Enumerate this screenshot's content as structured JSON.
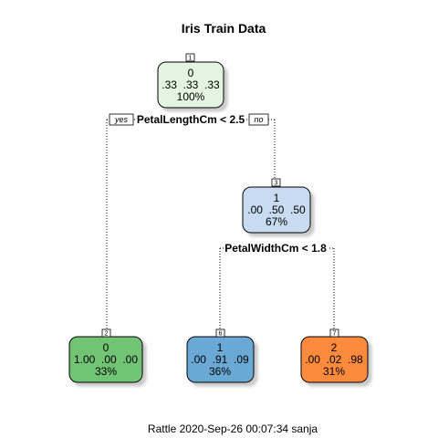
{
  "title": "Iris Train Data",
  "footer": "Rattle 2020-Sep-26 00:07:34 sanja",
  "colors": {
    "node1": "#e3f4e0",
    "node3": "#c8dbf0",
    "node2": "#72c474",
    "node6": "#6aa9d5",
    "node7": "#fd8a3c"
  },
  "nodes": {
    "n1": {
      "id": "1",
      "class": "0",
      "probs": ".33  .33  .33",
      "pct": "100%"
    },
    "n3": {
      "id": "3",
      "class": "1",
      "probs": ".00  .50  .50",
      "pct": "67%"
    },
    "n2": {
      "id": "2",
      "class": "0",
      "probs": "1.00  .00  .00",
      "pct": "33%"
    },
    "n6": {
      "id": "6",
      "class": "1",
      "probs": ".00  .91  .09",
      "pct": "36%"
    },
    "n7": {
      "id": "7",
      "class": "2",
      "probs": ".00  .02  .98",
      "pct": "31%"
    }
  },
  "splits": {
    "s1": {
      "label": "PetalLengthCm < 2.5",
      "yes": "yes",
      "no": "no"
    },
    "s3": {
      "label": "PetalWidthCm < 1.8"
    }
  }
}
